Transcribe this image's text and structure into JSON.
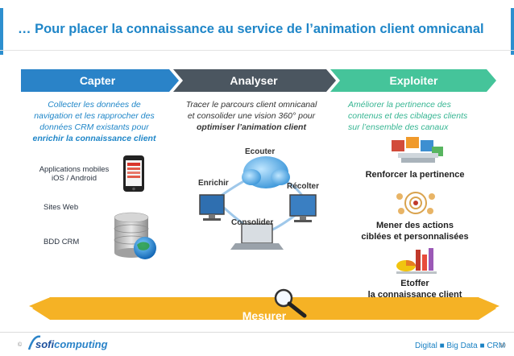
{
  "header": {
    "title": "… Pour placer la connaissance au service de l’animation client omnicanal"
  },
  "steps": [
    {
      "label": "Capter"
    },
    {
      "label": "Analyser"
    },
    {
      "label": "Exploiter"
    }
  ],
  "capter": {
    "desc_lines": [
      "Collecter les données de",
      "navigation et les rapprocher des",
      "données CRM existants pour"
    ],
    "desc_bold": "enrichir la connaissance client",
    "apps_line1": "Applications mobiles",
    "apps_line2": "iOS / Android",
    "sites": "Sites Web",
    "bdd": "BDD CRM"
  },
  "analyser": {
    "desc_line1": "Tracer le parcours client omnicanal",
    "desc_line2": "et consolider une vision 360° pour",
    "desc_bold": "optimiser l’animation client",
    "ecouter": "Ecouter",
    "enrichir": "Enrichir",
    "recolter": "Récolter",
    "consolider": "Consolider"
  },
  "exploiter": {
    "desc_lines": [
      "Améliorer la pertinence des",
      "contenus et des ciblages clients",
      "sur l’ensemble des canaux"
    ],
    "benefit1": "Renforcer la pertinence",
    "benefit2_line1": "Mener des actions",
    "benefit2_line2": "ciblées et personnalisées",
    "benefit3_line1": "Etoffer",
    "benefit3_line2": "la connaissance client"
  },
  "measure": {
    "label": "Mesurer"
  },
  "footer": {
    "copyright": "©",
    "logo_pre": "sofi",
    "logo_post": "computing",
    "tagline": "Digital ■ Big Data ■ CRM",
    "page": "30"
  },
  "colors": {
    "title": "#1f86c8",
    "capter": "#2a83c8",
    "analyser": "#4b5660",
    "exploiter": "#45c49a",
    "measure": "#f5b225",
    "capter_text": "#1f86c8",
    "exploiter_text": "#36b592"
  }
}
